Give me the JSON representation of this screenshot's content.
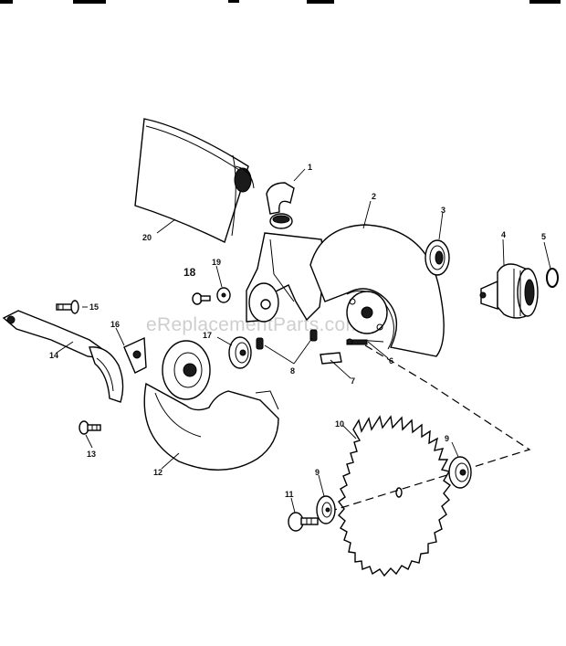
{
  "diagram": {
    "watermark": "eReplacementParts.com",
    "callouts": [
      {
        "id": "c1",
        "label": "1"
      },
      {
        "id": "c2",
        "label": "2"
      },
      {
        "id": "c3",
        "label": "3"
      },
      {
        "id": "c4",
        "label": "4"
      },
      {
        "id": "c5",
        "label": "5"
      },
      {
        "id": "c6",
        "label": "6"
      },
      {
        "id": "c7",
        "label": "7"
      },
      {
        "id": "c8",
        "label": "8"
      },
      {
        "id": "c9a",
        "label": "9"
      },
      {
        "id": "c9b",
        "label": "9"
      },
      {
        "id": "c10",
        "label": "10"
      },
      {
        "id": "c11",
        "label": "11"
      },
      {
        "id": "c12",
        "label": "12"
      },
      {
        "id": "c13",
        "label": "13"
      },
      {
        "id": "c14",
        "label": "14"
      },
      {
        "id": "c15",
        "label": "15"
      },
      {
        "id": "c16",
        "label": "16"
      },
      {
        "id": "c17",
        "label": "17"
      },
      {
        "id": "c18",
        "label": "18"
      },
      {
        "id": "c19",
        "label": "19"
      },
      {
        "id": "c20",
        "label": "20"
      }
    ]
  }
}
